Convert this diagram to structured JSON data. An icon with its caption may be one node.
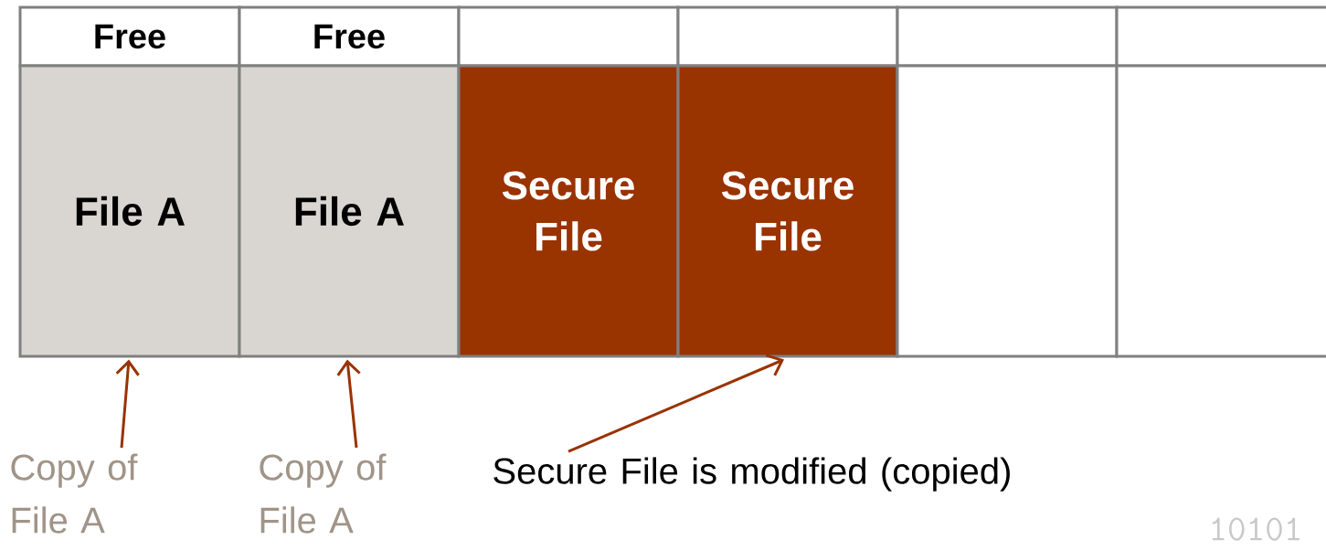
{
  "diagram": {
    "nodes": [
      {
        "text": [
          "Free"
        ]
      },
      {
        "text": [
          "Free"
        ]
      },
      {
        "text": [],
        "shape": "box"
      },
      {
        "text": [],
        "shape": "box"
      },
      {
        "text": [],
        "shape": "box"
      },
      {
        "text": [],
        "shape": "box"
      },
      {
        "text": [
          "File A"
        ]
      },
      {
        "text": [
          "File A"
        ]
      },
      {
        "text": [
          "Secure File"
        ]
      },
      {
        "text": [
          "Secure File"
        ]
      },
      {
        "text": [],
        "shape": "box"
      },
      {
        "text": [],
        "shape": "box"
      },
      {
        "text": [
          "Copy of File A"
        ]
      },
      {
        "text": [
          "Copy of File A"
        ]
      },
      {
        "text": [
          "Secure File is modified (copied)"
        ]
      }
    ],
    "edges": [
      {
        "from": 12,
        "to": 6,
        "arrow": "to"
      },
      {
        "from": 13,
        "to": 7,
        "arrow": "to"
      },
      {
        "from": 14,
        "to": 9,
        "arrow": "to"
      }
    ],
    "labels": [
      "10101"
    ]
  }
}
